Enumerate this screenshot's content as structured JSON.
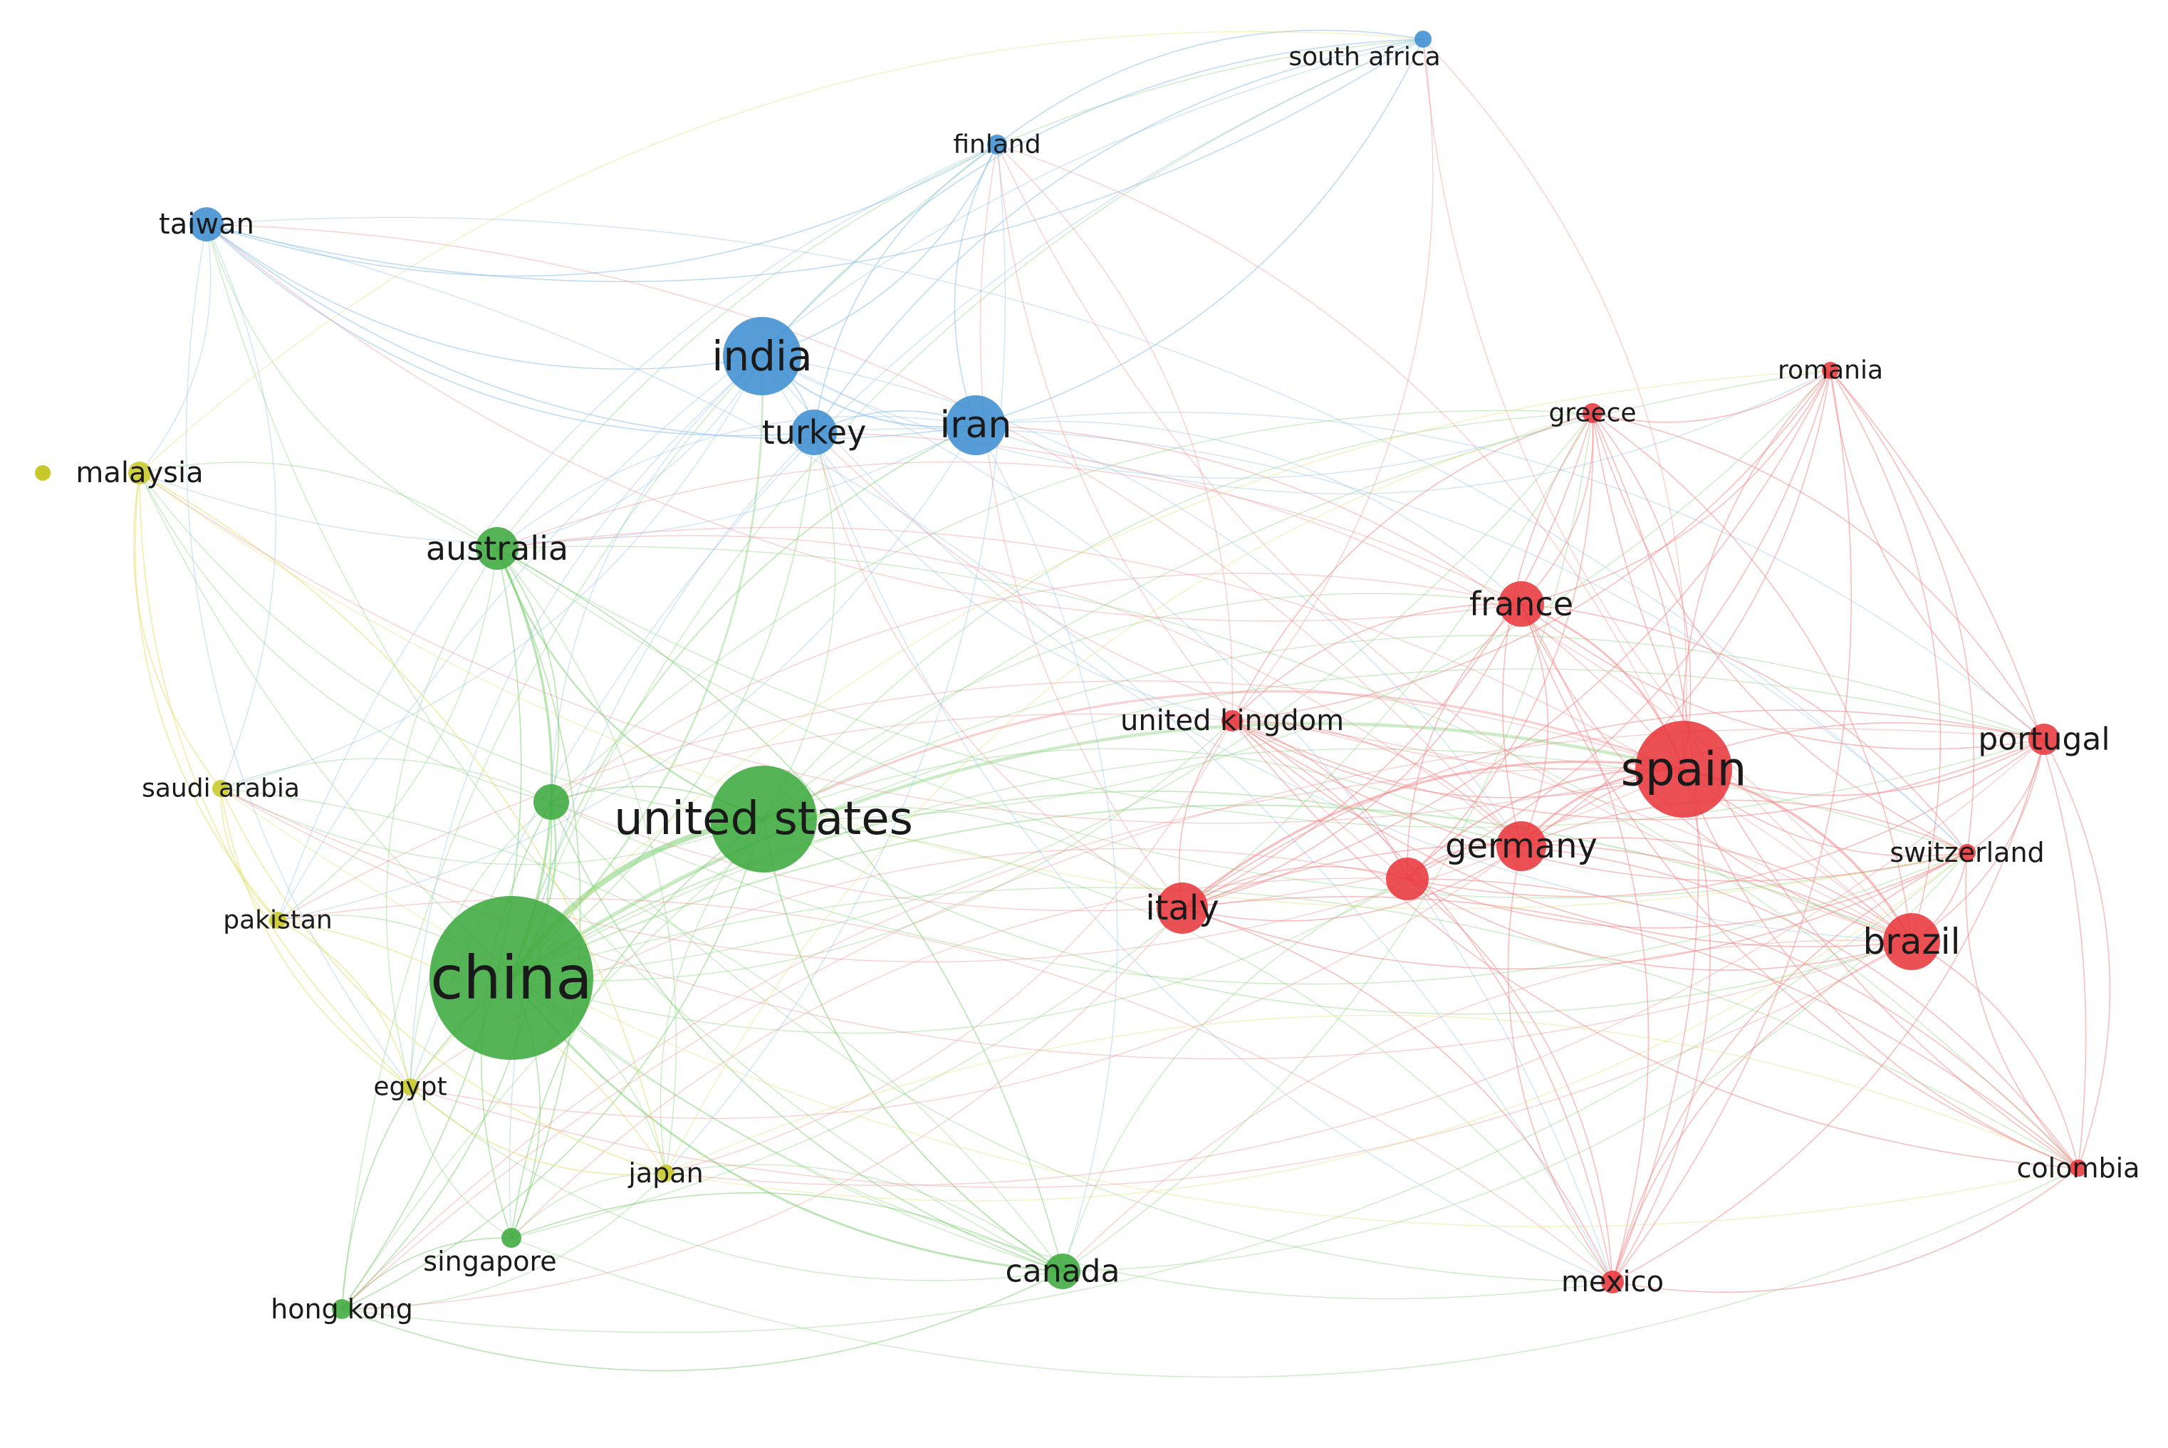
{
  "clusters": {
    "red": {
      "color": "#e8383d",
      "edge": "#f08a8d"
    },
    "green": {
      "color": "#3daa3d",
      "edge": "#7fcf74"
    },
    "blue": {
      "color": "#3f8fd2",
      "edge": "#8cbfe9"
    },
    "yellow": {
      "color": "#c8c82a",
      "edge": "#dede6a"
    }
  },
  "nodes": [
    {
      "id": "china",
      "label": "china",
      "cluster": "green",
      "weight": 10
    },
    {
      "id": "united-states",
      "label": "united states",
      "cluster": "green",
      "weight": 7
    },
    {
      "id": "australia",
      "label": "australia",
      "cluster": "green",
      "weight": 3
    },
    {
      "id": "unlabeled-green",
      "label": "",
      "cluster": "green",
      "weight": 2
    },
    {
      "id": "canada",
      "label": "canada",
      "cluster": "green",
      "weight": 2.5
    },
    {
      "id": "singapore",
      "label": "singapore",
      "cluster": "green",
      "weight": 1.3
    },
    {
      "id": "hong-kong",
      "label": "hong kong",
      "cluster": "green",
      "weight": 1.3
    },
    {
      "id": "india",
      "label": "india",
      "cluster": "blue",
      "weight": 5
    },
    {
      "id": "iran",
      "label": "iran",
      "cluster": "blue",
      "weight": 4
    },
    {
      "id": "turkey",
      "label": "turkey",
      "cluster": "blue",
      "weight": 3
    },
    {
      "id": "taiwan",
      "label": "taiwan",
      "cluster": "blue",
      "weight": 2
    },
    {
      "id": "finland",
      "label": "finland",
      "cluster": "blue",
      "weight": 1.3
    },
    {
      "id": "south-africa",
      "label": "south africa",
      "cluster": "blue",
      "weight": 1.2
    },
    {
      "id": "malaysia",
      "label": "malaysia",
      "cluster": "yellow",
      "weight": 1.8
    },
    {
      "id": "saudi-arabia",
      "label": "saudi arabia",
      "cluster": "yellow",
      "weight": 1.2
    },
    {
      "id": "pakistan",
      "label": "pakistan",
      "cluster": "yellow",
      "weight": 1.2
    },
    {
      "id": "egypt",
      "label": "egypt",
      "cluster": "yellow",
      "weight": 1.2
    },
    {
      "id": "japan",
      "label": "japan",
      "cluster": "yellow",
      "weight": 1.2
    },
    {
      "id": "spain",
      "label": "spain",
      "cluster": "red",
      "weight": 8
    },
    {
      "id": "brazil",
      "label": "brazil",
      "cluster": "red",
      "weight": 4
    },
    {
      "id": "italy",
      "label": "italy",
      "cluster": "red",
      "weight": 3.5
    },
    {
      "id": "germany",
      "label": "germany",
      "cluster": "red",
      "weight": 3.5
    },
    {
      "id": "france",
      "label": "france",
      "cluster": "red",
      "weight": 3.2
    },
    {
      "id": "unlabeled-red",
      "label": "",
      "cluster": "red",
      "weight": 2.5
    },
    {
      "id": "united-kingdom",
      "label": "united kingdom",
      "cluster": "red",
      "weight": 1.6
    },
    {
      "id": "portugal",
      "label": "portugal",
      "cluster": "red",
      "weight": 2
    },
    {
      "id": "switzerland",
      "label": "switzerland",
      "cluster": "red",
      "weight": 1.2
    },
    {
      "id": "colombia",
      "label": "colombia",
      "cluster": "red",
      "weight": 1.2
    },
    {
      "id": "mexico",
      "label": "mexico",
      "cluster": "red",
      "weight": 1.4
    },
    {
      "id": "greece",
      "label": "greece",
      "cluster": "red",
      "weight": 1.2
    },
    {
      "id": "romania",
      "label": "romania",
      "cluster": "red",
      "weight": 1.1
    }
  ]
}
